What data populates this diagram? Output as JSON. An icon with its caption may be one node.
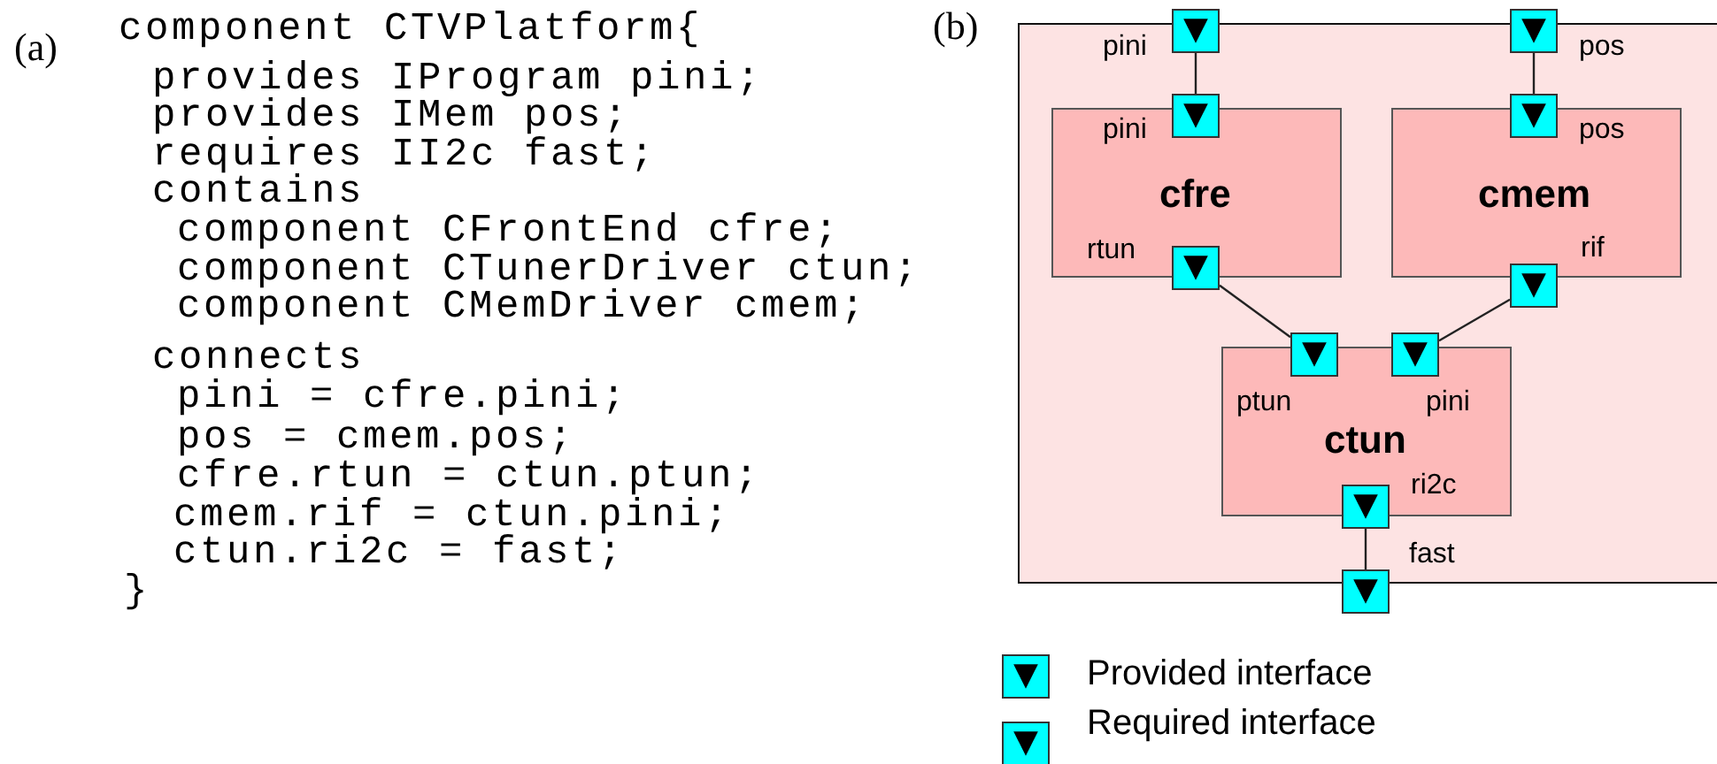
{
  "diagram": {
    "nodes": [
      {
        "text": [],
        "shape": "box"
      },
      {
        "text": [],
        "shape": "box",
        "beside": [
          "pini"
        ]
      },
      {
        "text": [],
        "shape": "box",
        "beside": [
          "pos"
        ]
      },
      {
        "text": [
          "cfre"
        ],
        "in": 0
      },
      {
        "text": [],
        "shape": "box",
        "in": 0
      },
      {
        "text": [],
        "shape": "box",
        "in": 0
      },
      {
        "text": [
          "cmem"
        ],
        "in": 0
      },
      {
        "text": [],
        "shape": "box",
        "in": 0
      },
      {
        "text": [],
        "shape": "box",
        "in": 0
      },
      {
        "text": [
          "ctun"
        ],
        "in": 0
      },
      {
        "text": [],
        "shape": "box",
        "beside": [
          "ptun"
        ],
        "in": 0
      },
      {
        "text": [],
        "shape": "box",
        "beside": [
          "pini"
        ],
        "in": 0
      },
      {
        "text": [],
        "shape": "box",
        "in": 0
      },
      {
        "text": [],
        "shape": "box",
        "beside": [
          "fast"
        ]
      }
    ],
    "edges": [
      {
        "from": 1,
        "to": 4,
        "arrow": "none"
      },
      {
        "from": 2,
        "to": 7,
        "arrow": "none"
      },
      {
        "from": 5,
        "to": 10,
        "arrow": "none"
      },
      {
        "from": 8,
        "to": 11,
        "arrow": "none"
      },
      {
        "from": 12,
        "to": 13,
        "arrow": "none"
      }
    ],
    "labels": [
      "(a)",
      "component CTVPlatform{",
      "provides IProgram pini;",
      "provides IMem pos;",
      "requires II2c fast;",
      "contains",
      "component CFrontEnd cfre;",
      "component CTunerDriver ctun;",
      "component CMemDriver cmem;",
      "connects",
      "pini = cfre.pini;",
      "pos = cmem.pos;",
      "cfre.rtun = ctun.ptun;",
      "cmem.rif = ctun.pini;",
      "ctun.ri2c = fast;",
      "}",
      "(b)",
      "pini",
      "rtun",
      "pos",
      "rif",
      "ri2c"
    ],
    "legend": [
      {
        "text": "Provided interface"
      },
      {
        "text": "Required interface"
      }
    ]
  }
}
